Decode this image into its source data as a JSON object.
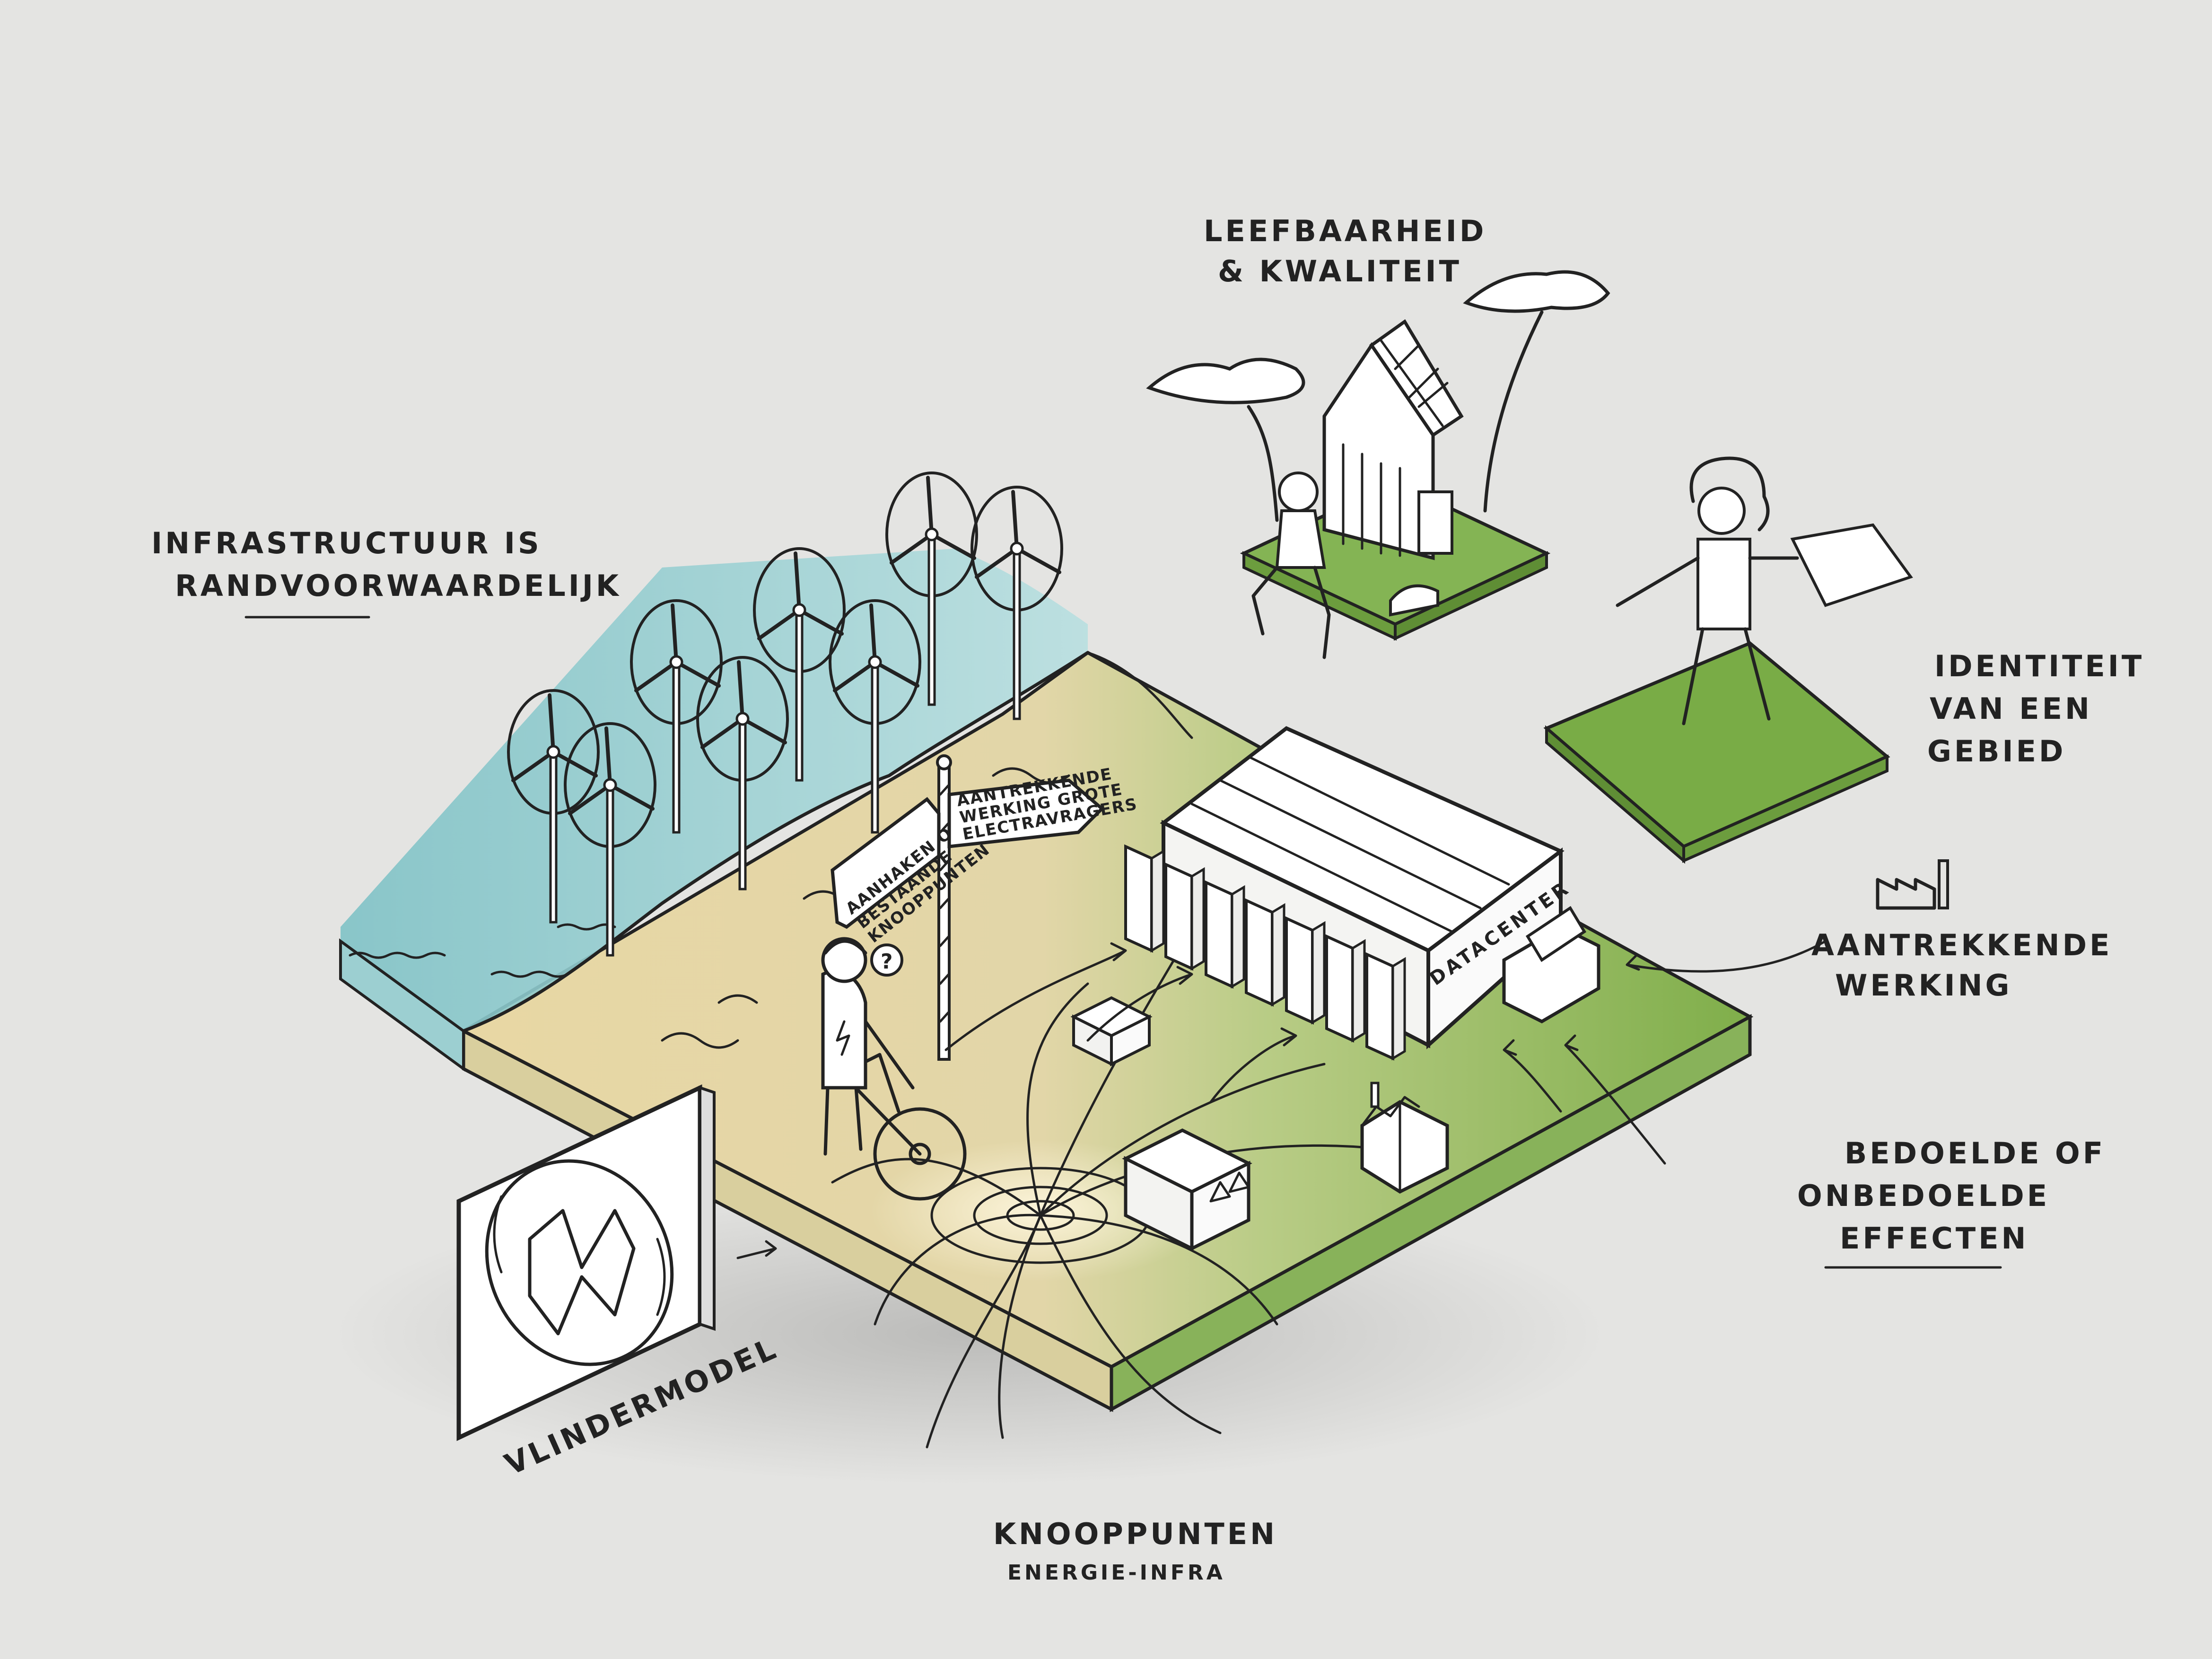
{
  "labels": {
    "infrastructure_line1": "INFRASTRUCTUUR IS",
    "infrastructure_line2": "RANDVOORWAARDELIJK",
    "liveability_line1": "LEEFBAARHEID",
    "liveability_line2": "& KWALITEIT",
    "identity_line1": "IDENTITEIT",
    "identity_line2": "VAN EEN",
    "identity_line3": "GEBIED",
    "attraction_line1": "AANTREKKENDE",
    "attraction_line2": "WERKING",
    "effects_line1": "BEDOELDE OF",
    "effects_line2": "ONBEDOELDE",
    "effects_line3": "EFFECTEN",
    "butterfly_model": "VLINDERMODEL",
    "nodes_title": "KNOOPPUNTEN",
    "nodes_subtitle": "ENERGIE-INFRA",
    "sign_left_line1": "AANHAKEN OP",
    "sign_left_line2": "BESTAANDE",
    "sign_left_line3": "KNOOPPUNTEN",
    "sign_right_line1": "AANTREKKENDE",
    "sign_right_line2": "WERKING GROTE",
    "sign_right_line3": "ELECTRAVRAGERS",
    "datacenter": "DATACENTER",
    "question_mark": "?"
  },
  "colors": {
    "background": "#e4e4e2",
    "water": "#8fc9cc",
    "sand": "#e6d6a6",
    "grass": "#7fae4a",
    "grass_light": "#a9c77a",
    "ink": "#222222",
    "white": "#ffffff"
  }
}
